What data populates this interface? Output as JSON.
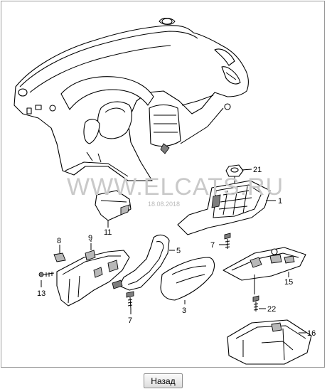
{
  "diagram": {
    "watermark": "WWW.ELCATS.RU",
    "watermark_date": "18.08.2018",
    "callouts": [
      {
        "id": "c1",
        "label": "1"
      },
      {
        "id": "c3",
        "label": "3"
      },
      {
        "id": "c5",
        "label": "5"
      },
      {
        "id": "c7a",
        "label": "7"
      },
      {
        "id": "c7b",
        "label": "7"
      },
      {
        "id": "c8",
        "label": "8"
      },
      {
        "id": "c9",
        "label": "9"
      },
      {
        "id": "c11",
        "label": "11"
      },
      {
        "id": "c13",
        "label": "13"
      },
      {
        "id": "c15",
        "label": "15"
      },
      {
        "id": "c16",
        "label": "16"
      },
      {
        "id": "c21",
        "label": "21"
      },
      {
        "id": "c22",
        "label": "22"
      }
    ]
  },
  "nav": {
    "back_label": "Назад"
  }
}
